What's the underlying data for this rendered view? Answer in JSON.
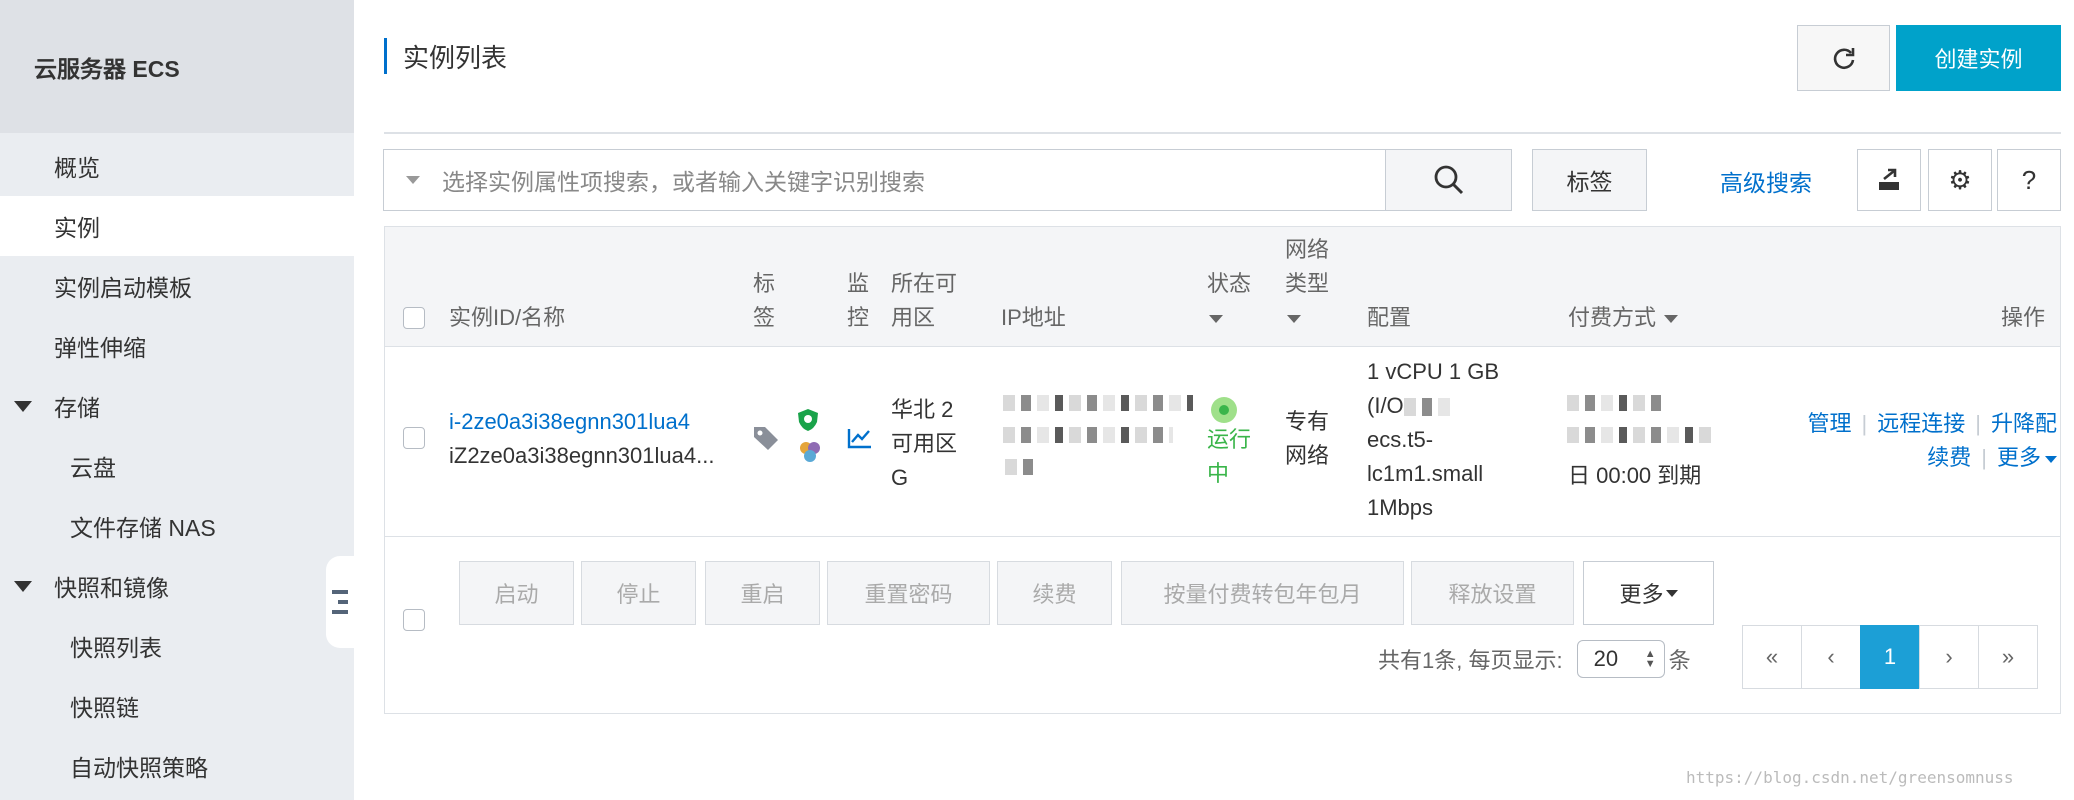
{
  "sidebar": {
    "title": "云服务器 ECS",
    "items": [
      {
        "label": "概览"
      },
      {
        "label": "实例"
      },
      {
        "label": "实例启动模板"
      },
      {
        "label": "弹性伸缩"
      },
      {
        "label": "存储"
      },
      {
        "label": "云盘"
      },
      {
        "label": "文件存储 NAS"
      },
      {
        "label": "快照和镜像"
      },
      {
        "label": "快照列表"
      },
      {
        "label": "快照链"
      },
      {
        "label": "自动快照策略"
      }
    ]
  },
  "header": {
    "title": "实例列表",
    "create_label": "创建实例"
  },
  "search": {
    "placeholder": "选择实例属性项搜索，或者输入关键字识别搜索",
    "tag_label": "标签",
    "advanced_label": "高级搜索",
    "help_label": "?"
  },
  "table": {
    "columns": {
      "id": "实例ID/名称",
      "tag_1": "标",
      "tag_2": "签",
      "monitor_1": "监",
      "monitor_2": "控",
      "zone_1": "所在可",
      "zone_2": "用区",
      "ip": "IP地址",
      "status": "状态",
      "net_1": "网络",
      "net_2": "类型",
      "config": "配置",
      "billing": "付费方式",
      "actions": "操作"
    },
    "row": {
      "id": "i-2ze0a3i38egnn301lua4",
      "name": "iZ2ze0a3i38egnn301lua4...",
      "zone_1": "华北 2",
      "zone_2": "可用区",
      "zone_3": "G",
      "status_1": "运行",
      "status_2": "中",
      "net_1": "专有",
      "net_2": "网络",
      "config_1": "1 vCPU 1 GB",
      "config_2": "(I/O",
      "config_3": "ecs.t5-",
      "config_4": "lc1m1.small",
      "config_5": "1Mbps",
      "billing_tail": "日 00:00 到期",
      "op_manage": "管理",
      "op_remote": "远程连接",
      "op_resize": "升降配",
      "op_renew": "续费",
      "op_more": "更多"
    },
    "batch": {
      "start": "启动",
      "stop": "停止",
      "restart": "重启",
      "reset_pwd": "重置密码",
      "renew": "续费",
      "convert": "按量付费转包年包月",
      "release": "释放设置",
      "more": "更多"
    },
    "pagination": {
      "summary": "共有1条, 每页显示:",
      "page_size": "20",
      "unit": "条",
      "first": "«",
      "prev": "‹",
      "current": "1",
      "next": "›",
      "last": "»"
    }
  },
  "watermark": "https://blog.csdn.net/greensomnuss",
  "colors": {
    "accent": "#00a2ca",
    "link": "#0070cc",
    "running": "#3ab54a"
  }
}
